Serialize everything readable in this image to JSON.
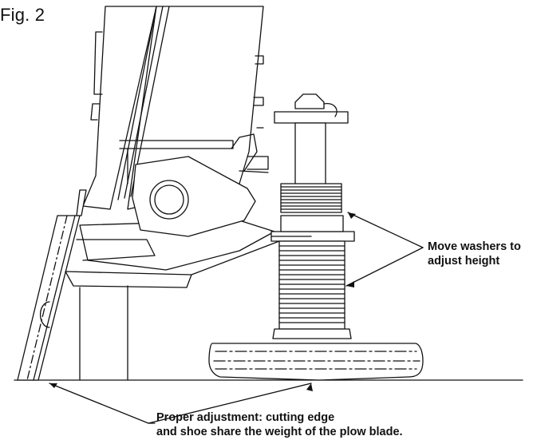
{
  "figure": {
    "label": "Fig. 2"
  },
  "callouts": {
    "washers": {
      "line1": "Move washers to",
      "line2": "adjust height"
    },
    "adjustment": {
      "line1": "Proper adjustment: cutting edge",
      "line2": "and shoe share the weight of the plow blade."
    }
  },
  "colors": {
    "ink": "#111111",
    "paper": "#ffffff"
  }
}
